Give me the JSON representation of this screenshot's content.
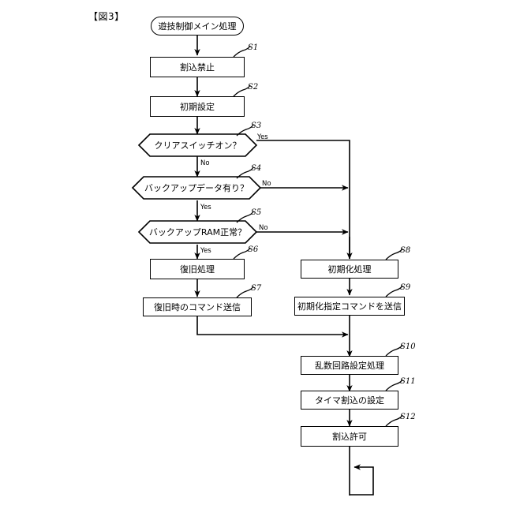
{
  "figure": {
    "title": "【図3】",
    "chart_type": "flowchart"
  },
  "nodes": {
    "start": {
      "label": "遊技制御メイン処理",
      "shape": "terminator",
      "step": ""
    },
    "s1": {
      "label": "割込禁止",
      "shape": "process",
      "step": "S1"
    },
    "s2": {
      "label": "初期設定",
      "shape": "process",
      "step": "S2"
    },
    "s3": {
      "label": "クリアスイッチオン？",
      "shape": "decision",
      "step": "S3"
    },
    "s4": {
      "label": "バックアップデータ有り？",
      "shape": "decision",
      "step": "S4"
    },
    "s5": {
      "label": "バックアップRAM正常？",
      "shape": "decision",
      "step": "S5"
    },
    "s6": {
      "label": "復旧処理",
      "shape": "process",
      "step": "S6"
    },
    "s7": {
      "label": "復旧時のコマンド送信",
      "shape": "process",
      "step": "S7"
    },
    "s8": {
      "label": "初期化処理",
      "shape": "process",
      "step": "S8"
    },
    "s9": {
      "label": "初期化指定コマンドを送信",
      "shape": "process",
      "step": "S9"
    },
    "s10": {
      "label": "乱数回路設定処理",
      "shape": "process",
      "step": "S10"
    },
    "s11": {
      "label": "タイマ割込の設定",
      "shape": "process",
      "step": "S11"
    },
    "s12": {
      "label": "割込許可",
      "shape": "process",
      "step": "S12"
    }
  },
  "branches": {
    "s3_yes": "Yes",
    "s3_no": "No",
    "s4_no": "No",
    "s4_yes": "Yes",
    "s5_no": "No",
    "s5_yes": "Yes"
  },
  "colors": {
    "line": "#000000",
    "fill": "#ffffff",
    "text": "#000000"
  }
}
